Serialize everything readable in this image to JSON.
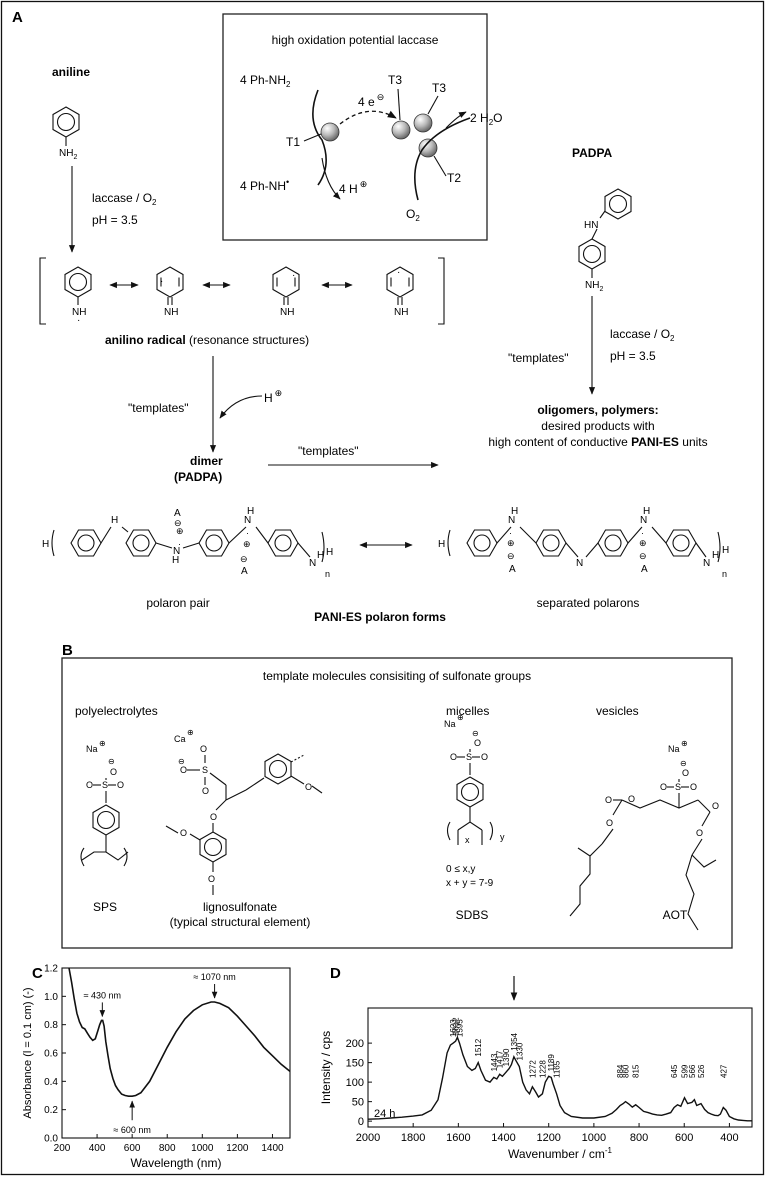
{
  "panels": {
    "a": "A",
    "b": "B",
    "c": "C",
    "d": "D"
  },
  "panelA": {
    "laccase_box_title": "high oxidation potential laccase",
    "aniline": "aniline",
    "nh2": "NH",
    "nh2_sub": "2",
    "ph_nh2": "4 Ph-NH",
    "four_e": "4 e",
    "t1": "T1",
    "t2": "T2",
    "t3a": "T3",
    "t3b": "T3",
    "two_h2o": "2 H",
    "h2o_tail": "O",
    "ph_nh_radical": "4 Ph-NH",
    "four_h": "4 H",
    "o2": "O",
    "padpa_title": "PADPA",
    "hn": "HN",
    "laccase_o2": "laccase / O",
    "ph_35": "pH = 3.5",
    "nh": "NH",
    "anilino_radical_bold": "anilino radical",
    "anilino_radical_rest": " (resonance structures)",
    "templates_left": "\"templates\"",
    "templates_mid": "\"templates\"",
    "templates_right": "\"templates\"",
    "h_plus": "H",
    "dimer": "dimer",
    "dimer_padpa": "(PADPA)",
    "oligomers_title": "oligomers, polymers:",
    "desired_line1": "desired products with",
    "desired_line2_pre": "high content of conductive ",
    "desired_line2_bold": "PANI-ES",
    "desired_line2_post": " units",
    "h": "H",
    "n": "N",
    "a_counter": "A",
    "sub_n": "n",
    "polaron_pair": "polaron pair",
    "pani_es_forms": "PANI-ES polaron forms",
    "separated_polarons": "separated polarons"
  },
  "panelB": {
    "title": "template molecules consisiting of sulfonate groups",
    "polyelectrolytes": "polyelectrolytes",
    "micelles": "micelles",
    "vesicles": "vesicles",
    "na": "Na",
    "ca": "Ca",
    "s": "S",
    "o": "O",
    "sps": "SPS",
    "ligno_line1": "lignosulfonate",
    "ligno_line2": "(typical structural element)",
    "sdbs": "SDBS",
    "aot": "AOT",
    "x": "x",
    "y": "y",
    "cond1": "0 ≤ x,y",
    "cond2": "x + y = 7-9"
  },
  "chart_data": [
    {
      "type": "line",
      "panel": "C",
      "xlabel": "Wavelength (nm)",
      "ylabel": "Absorbance (l = 0.1 cm) (-)",
      "xlim": [
        200,
        1500
      ],
      "ylim": [
        0,
        1.2
      ],
      "xticks": [
        200,
        400,
        600,
        800,
        1000,
        1200,
        1400
      ],
      "yticks": [
        0,
        0.2,
        0.4,
        0.6,
        0.8,
        1.0,
        1.2
      ],
      "ytick_labels": [
        "0.0",
        "0.2",
        "0.4",
        "0.6",
        "0.8",
        "1.0",
        "1.2"
      ],
      "x": [
        240,
        255,
        270,
        285,
        300,
        315,
        330,
        345,
        360,
        375,
        390,
        405,
        415,
        425,
        432,
        440,
        450,
        462,
        475,
        490,
        505,
        520,
        540,
        560,
        580,
        600,
        620,
        650,
        700,
        750,
        800,
        850,
        900,
        950,
        1000,
        1050,
        1070,
        1100,
        1150,
        1200,
        1250,
        1300,
        1350,
        1400,
        1450,
        1500
      ],
      "y": [
        1.2,
        1.1,
        0.98,
        0.88,
        0.82,
        0.78,
        0.77,
        0.74,
        0.71,
        0.69,
        0.7,
        0.76,
        0.8,
        0.83,
        0.83,
        0.79,
        0.68,
        0.58,
        0.49,
        0.42,
        0.37,
        0.34,
        0.31,
        0.3,
        0.295,
        0.295,
        0.3,
        0.32,
        0.4,
        0.52,
        0.64,
        0.75,
        0.84,
        0.9,
        0.94,
        0.96,
        0.96,
        0.95,
        0.92,
        0.86,
        0.79,
        0.72,
        0.64,
        0.58,
        0.52,
        0.47
      ],
      "annotations": [
        {
          "label": "≈ 430 nm",
          "x": 430,
          "y": 0.83
        },
        {
          "label": "≈ 600 nm",
          "x": 600,
          "y": 0.295
        },
        {
          "label": "≈ 1070 nm",
          "x": 1070,
          "y": 0.96
        }
      ]
    },
    {
      "type": "line",
      "panel": "D",
      "xlabel": "Wavenumber / cm",
      "xlabel_sup": "-1",
      "ylabel": "Intensity / cps",
      "xlim": [
        2000,
        300
      ],
      "ylim": [
        -15,
        290
      ],
      "xticks": [
        2000,
        1800,
        1600,
        1400,
        1200,
        1000,
        800,
        600,
        400
      ],
      "yticks": [
        0,
        50,
        100,
        150,
        200
      ],
      "series_label": "24 h",
      "x": [
        2000,
        1950,
        1900,
        1850,
        1800,
        1760,
        1720,
        1690,
        1670,
        1650,
        1635,
        1623,
        1612,
        1604,
        1595,
        1580,
        1560,
        1540,
        1525,
        1512,
        1500,
        1480,
        1460,
        1443,
        1430,
        1417,
        1405,
        1390,
        1375,
        1365,
        1354,
        1345,
        1330,
        1315,
        1300,
        1285,
        1272,
        1258,
        1245,
        1228,
        1215,
        1200,
        1189,
        1180,
        1165,
        1150,
        1130,
        1100,
        1050,
        1000,
        950,
        920,
        900,
        884,
        870,
        860,
        845,
        830,
        815,
        800,
        780,
        760,
        740,
        720,
        700,
        680,
        660,
        645,
        630,
        615,
        599,
        585,
        566,
        555,
        545,
        526,
        510,
        495,
        480,
        465,
        450,
        440,
        427,
        415,
        400,
        380,
        360,
        340,
        320,
        300
      ],
      "y": [
        5,
        6,
        8,
        10,
        13,
        16,
        28,
        55,
        110,
        175,
        195,
        200,
        205,
        215,
        200,
        170,
        140,
        130,
        135,
        150,
        130,
        105,
        100,
        112,
        108,
        120,
        115,
        125,
        135,
        145,
        165,
        155,
        140,
        100,
        80,
        70,
        88,
        75,
        62,
        70,
        100,
        115,
        112,
        95,
        70,
        40,
        22,
        12,
        8,
        8,
        12,
        20,
        30,
        40,
        45,
        50,
        44,
        36,
        42,
        35,
        25,
        22,
        18,
        16,
        15,
        18,
        22,
        35,
        42,
        38,
        60,
        45,
        48,
        55,
        40,
        45,
        30,
        22,
        18,
        15,
        14,
        18,
        35,
        28,
        12,
        6,
        3,
        2,
        1,
        1
      ],
      "peak_labels": [
        "1623",
        "1612",
        "1595",
        "1512",
        "1443",
        "1417",
        "1390",
        "1354",
        "1330",
        "1272",
        "1228",
        "1189",
        "1165",
        "884",
        "860",
        "815",
        "645",
        "599",
        "566",
        "526",
        "427"
      ],
      "peak_x": [
        1623,
        1612,
        1595,
        1512,
        1443,
        1417,
        1390,
        1354,
        1330,
        1272,
        1228,
        1189,
        1165,
        884,
        860,
        815,
        645,
        599,
        566,
        526,
        427
      ]
    }
  ]
}
